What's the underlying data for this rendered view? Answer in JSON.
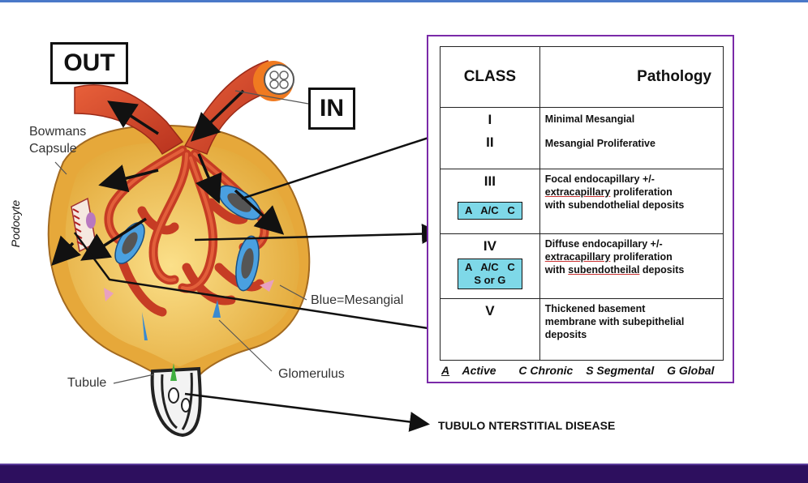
{
  "labels": {
    "out": "OUT",
    "in": "IN",
    "bowmans_line1": "Bowmans",
    "bowmans_line2": "Capsule",
    "podocyte": "Podocyte",
    "blue_mesangial": "Blue=Mesangial",
    "tubule": "Tubule",
    "glomerulus": "Glomerulus",
    "tubulo": "TUBULO NTERSTITIAL DISEASE"
  },
  "table": {
    "header": {
      "class": "CLASS",
      "pathology": "Pathology"
    },
    "rows": [
      {
        "class_lines": [
          "I",
          "II"
        ],
        "path_lines": [
          "Minimal Mesangial",
          "Mesangial Proliferative"
        ]
      },
      {
        "class": "III",
        "sub": [
          "A   A/C   C"
        ],
        "path_l1": "Focal endocapillary +/-",
        "path_l2a": "extracapillary",
        "path_l2b": " proliferation",
        "path_l3a": "with ",
        "path_l3b": "subendothelial deposits"
      },
      {
        "class": "IV",
        "sub": [
          "A   A/C   C",
          "S or G"
        ],
        "path_l1": "Diffuse endocapillary +/-",
        "path_l2a": "extracapillary",
        "path_l2b": " proliferation",
        "path_l3a": "with ",
        "path_l3b": "subendotheilal",
        "path_l3c": " deposits"
      },
      {
        "class": "V",
        "path_lines": [
          "Thickened basement",
          "membrane with subepithelial",
          "deposits"
        ]
      }
    ],
    "legend": {
      "a_letter": "A",
      "a_rest": " Active",
      "c": "C Chronic",
      "s": "S Segmental",
      "g": "G Global"
    }
  },
  "colors": {
    "capillary": "#d4452a",
    "capsule": "#f2c84a",
    "mesangial": "#4aa0e0",
    "frame": "#7a2aa8",
    "subclass_bg": "#7ed8e8",
    "band": "#2d0f5e"
  }
}
